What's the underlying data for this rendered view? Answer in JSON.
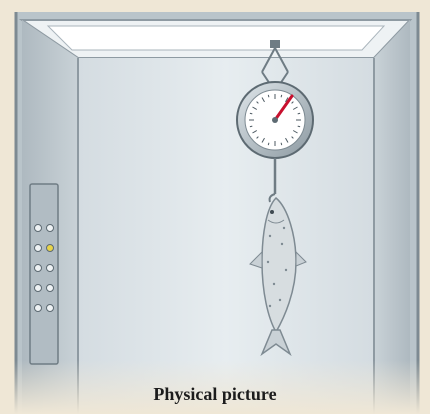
{
  "caption": "Physical picture",
  "colors": {
    "background": "#efe7d6",
    "elevator_wall": "#dfe6ea",
    "elevator_frame": "#b8c3c9",
    "scale_dial": "#ffffff",
    "scale_needle": "#c8102e",
    "fish_body": "#d7dde0",
    "fish_outline": "#7e8a92",
    "button_lit": "#e8d44a"
  },
  "icons": [
    "elevator-cabin",
    "spring-scale",
    "fish",
    "elevator-button-panel"
  ],
  "button_panel": {
    "rows": 5,
    "columns": 2,
    "lit_button": "row-2-right"
  }
}
